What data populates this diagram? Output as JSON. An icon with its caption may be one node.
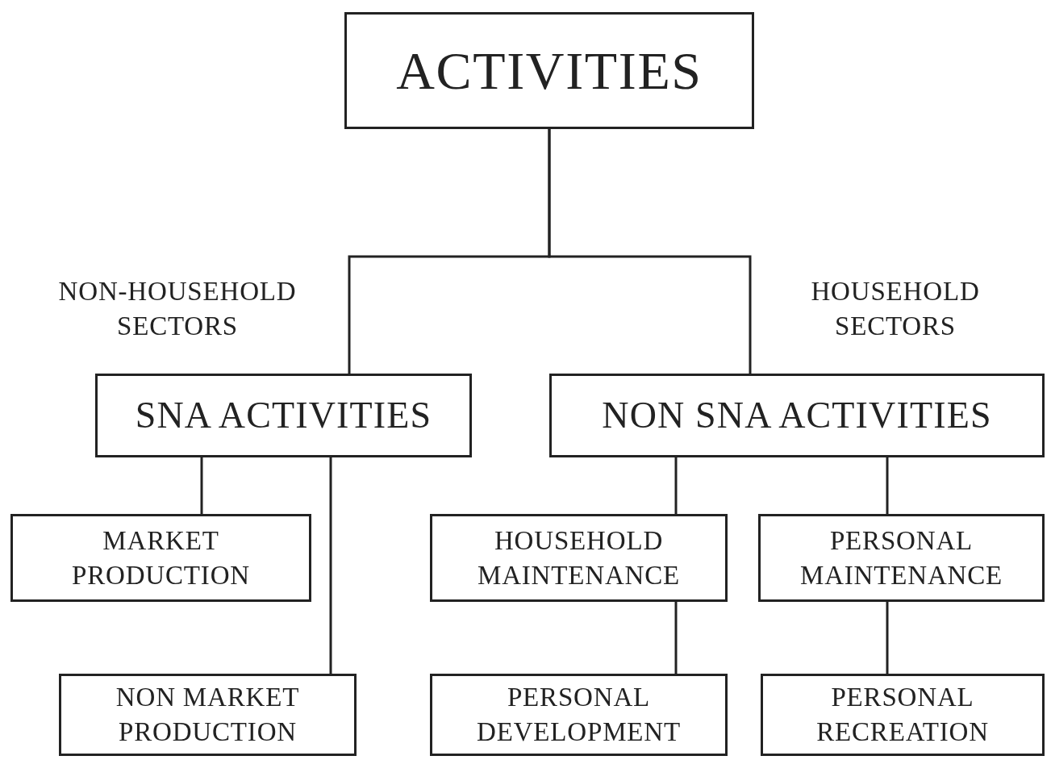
{
  "diagram": {
    "nodes": [
      {
        "text": [
          "ACTIVITIES"
        ]
      },
      {
        "text": [
          "SNA ACTIVITIES"
        ]
      },
      {
        "text": [
          "NON SNA ACTIVITIES"
        ]
      },
      {
        "text": [
          "MARKET PRODUCTION"
        ]
      },
      {
        "text": [
          "NON MARKET PRODUCTION"
        ]
      },
      {
        "text": [
          "HOUSEHOLD MAINTENANCE"
        ]
      },
      {
        "text": [
          "PERSONAL MAINTENANCE"
        ]
      },
      {
        "text": [
          "PERSONAL DEVELOPMENT"
        ]
      },
      {
        "text": [
          "PERSONAL RECREATION"
        ]
      }
    ],
    "edges": [
      {
        "from": 0,
        "to": 1,
        "arrow": "none"
      },
      {
        "from": 0,
        "to": 2,
        "arrow": "none"
      },
      {
        "from": 1,
        "to": 3,
        "arrow": "none"
      },
      {
        "from": 1,
        "to": 4,
        "arrow": "none"
      },
      {
        "from": 2,
        "to": 5,
        "arrow": "none"
      },
      {
        "from": 2,
        "to": 6,
        "arrow": "none"
      },
      {
        "from": 5,
        "to": 7,
        "arrow": "none"
      },
      {
        "from": 6,
        "to": 8,
        "arrow": "none"
      }
    ],
    "labels": [
      "NON-HOUSEHOLD SECTORS",
      "HOUSEHOLD SECTORS"
    ]
  }
}
